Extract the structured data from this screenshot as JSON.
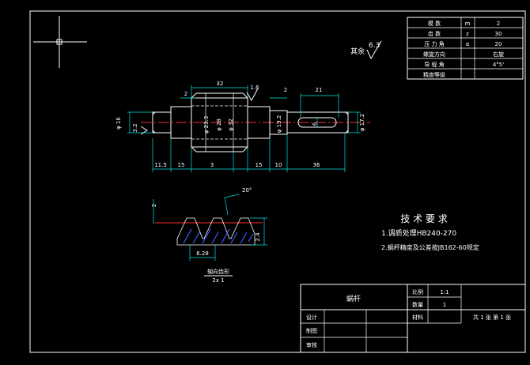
{
  "colors": {
    "background": "#000000",
    "lines": "#ffffff",
    "centerline": "#ff2a2a",
    "dimension": "#00e5e5",
    "hatch": "#3a5bff",
    "section": "#e8e800"
  },
  "gear_params": {
    "rows": [
      {
        "label": "模 数",
        "symbol": "m",
        "value": "2"
      },
      {
        "label": "齿 数",
        "symbol": "z",
        "value": "30"
      },
      {
        "label": "压 力 角",
        "symbol": "α",
        "value": "20"
      },
      {
        "label": "螺旋方向",
        "symbol": "",
        "value": "右旋"
      },
      {
        "label": "导 程 角",
        "symbol": "",
        "value": "4°5'"
      },
      {
        "label": "精度等级",
        "symbol": "",
        "value": ""
      }
    ]
  },
  "roughness_note": {
    "prefix": "其余",
    "value": "6.3"
  },
  "main_view": {
    "dims": {
      "top_32": "32",
      "top_2a": "2",
      "top_2b": "2",
      "top_21": "21",
      "rough_16": "1.6",
      "dia_16": "φ 16",
      "rough_32": "3.2",
      "dia_233": "φ 23.3",
      "dia_28": "φ 28",
      "dia_32": "φ 32",
      "dia_192": "φ 19.2",
      "keyway_6": "6",
      "dia_172": "φ 17.2",
      "bottom_115": "11.5",
      "bottom_15a": "15",
      "bottom_3": "3",
      "bottom_15b": "15",
      "bottom_10": "10",
      "bottom_36": "36"
    }
  },
  "tooth_profile": {
    "angle": "20°",
    "dim_2": "2",
    "dim_628": "6.28",
    "dim_24": "2.4",
    "caption": "轴向齿形",
    "scale": "2x 1"
  },
  "tech_req": {
    "title": "技 术 要 求",
    "items": [
      "1.调质处理HB240-270",
      "2.蜗杆精度及公差按JB162-60规定"
    ]
  },
  "title_block": {
    "part_name": "蜗杆",
    "scale_label": "比例",
    "scale_value": "1:1",
    "qty_label": "数量",
    "qty_value": "1",
    "material_label": "材料",
    "sheet_info": "共 1 张  第 1 张",
    "designer_label": "设计",
    "drafter_label": "制图",
    "reviewer_label": "审核"
  }
}
